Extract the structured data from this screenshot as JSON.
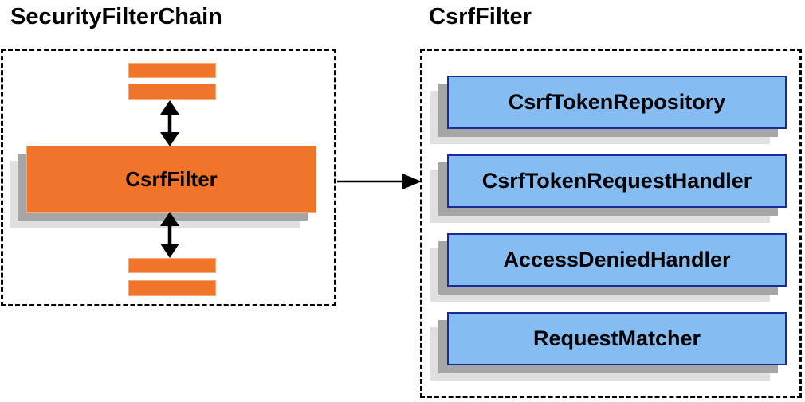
{
  "left_panel": {
    "title": "SecurityFilterChain",
    "csrf_filter_label": "CsrfFilter"
  },
  "right_panel": {
    "title": "CsrfFilter",
    "components": [
      {
        "label": "CsrfTokenRepository"
      },
      {
        "label": "CsrfTokenRequestHandler"
      },
      {
        "label": "AccessDeniedHandler"
      },
      {
        "label": "RequestMatcher"
      }
    ]
  },
  "icons": {
    "vertical_arrows": "double-headed-arrow",
    "link_arrow": "arrow-right"
  },
  "colors": {
    "filter_fill": "#F0752B",
    "filter_border": "#F8A873",
    "component_fill": "#85BDF2",
    "component_border": "#1B2A9B",
    "shadow_dark": "#A6A6A6",
    "shadow_light": "#E0E0E0",
    "outline": "#000000",
    "arrow": "#000000",
    "background": "#FFFFFF"
  }
}
